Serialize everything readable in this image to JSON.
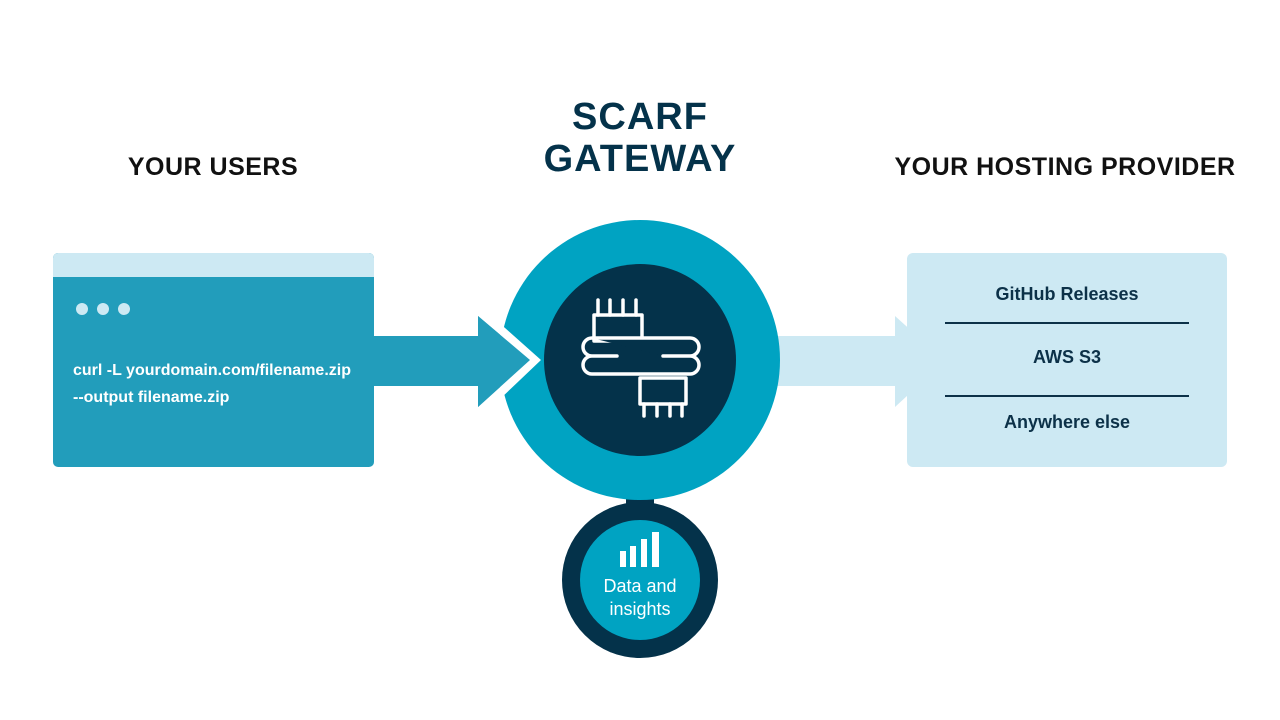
{
  "headings": {
    "users": "YOUR USERS",
    "gateway_line1": "SCARF",
    "gateway_line2": "GATEWAY",
    "hosting": "YOUR HOSTING PROVIDER"
  },
  "users_panel": {
    "window_dots": 3,
    "command_line1": "curl -L yourdomain.com/filename.zip",
    "command_line2": "--output filename.zip"
  },
  "gateway": {
    "icon": "scarf-icon"
  },
  "insights": {
    "icon": "bar-chart-icon",
    "label_line1": "Data and",
    "label_line2": "insights"
  },
  "hosting_panel": {
    "items": [
      "GitHub Releases",
      "AWS S3",
      "Anywhere else"
    ]
  },
  "colors": {
    "terminal_blue": "#229dbb",
    "light_blue": "#cde9f3",
    "gateway_ring": "#00a3c2",
    "navy": "#04324a"
  }
}
